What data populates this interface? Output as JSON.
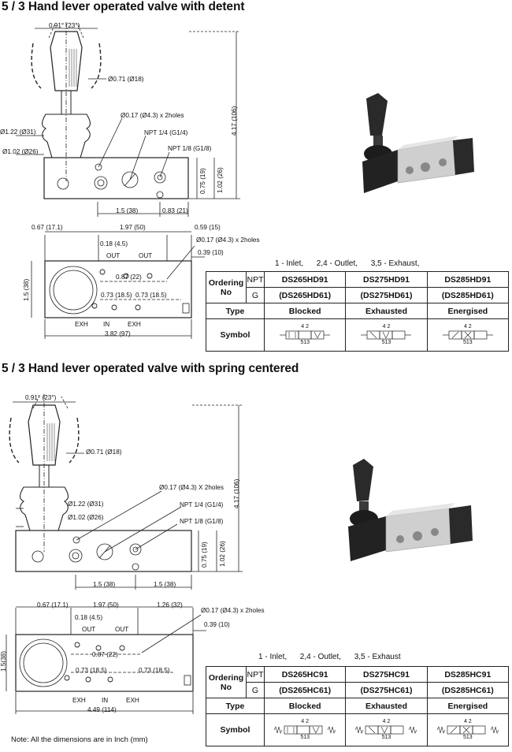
{
  "sections": [
    {
      "title": "5 / 3 Hand lever operated valve with detent",
      "dims_top": {
        "angle": "0.91° (23°)",
        "handle_dia": "Ø0.71 (Ø18)",
        "holes": "Ø0.17 (Ø4.3) x 2holes",
        "npt14": "NPT 1/4 (G1/4)",
        "npt18": "NPT 1/8 (G1/8)",
        "boot_dia": "Ø1.22 (Ø31)",
        "base_dia": "Ø1.02 (Ø26)",
        "height": "4.17 (106)",
        "h19": "0.75 (19)",
        "h26": "1.02 (26)",
        "w38": "1.5 (38)",
        "w21": "0.83 (21)"
      },
      "dims_bottom": {
        "a": "0.67 (17.1)",
        "b": "1.97 (50)",
        "c": "0.59 (15)",
        "d": "0.18 (4.5)",
        "holes": "Ø0.17 (Ø4.3) x 2holes",
        "e": "0.39 (10)",
        "out1": "OUT",
        "out2": "OUT",
        "f": "0.87 (22)",
        "g": "0.73 (18.5)",
        "h": "0.73 (18.5)",
        "vert": "1.5 (38)",
        "exh1": "EXH",
        "in": "IN",
        "exh2": "EXH",
        "total": "3.82 (97)"
      },
      "legend": "1 - Inlet,      2,4 - Outlet,      3,5 - Exhaust,",
      "table": {
        "ordering": "Ordering",
        "no": "No",
        "npt": "NPT",
        "g": "G",
        "type": "Type",
        "symbol": "Symbol",
        "models_npt": [
          "DS265HD91",
          "DS275HD91",
          "DS285HD91"
        ],
        "models_g": [
          "(DS265HD61)",
          "(DS275HD61)",
          "(DS285HD61)"
        ],
        "types": [
          "Blocked",
          "Exhausted",
          "Energised"
        ],
        "sym_top": "4 2",
        "sym_bottom": "513"
      }
    },
    {
      "title": "5 / 3 Hand lever operated valve with spring centered",
      "dims_top": {
        "angle": "0.91° (23°)",
        "handle_dia": "Ø0.71 (Ø18)",
        "holes": "Ø0.17 (Ø4.3) X 2holes",
        "npt14": "NPT 1/4 (G1/4)",
        "npt18": "NPT 1/8 (G1/8)",
        "boot_dia": "Ø1.22 (Ø31)",
        "base_dia": "Ø1.02 (Ø26)",
        "height": "4.17 (106)",
        "h19": "0.75 (19)",
        "h26": "1.02 (26)",
        "w38": "1.5 (38)",
        "w21": "1.5 (38)"
      },
      "dims_bottom": {
        "a": "0.67 (17.1)",
        "b": "1.97 (50)",
        "c": "1.26 (32)",
        "d": "0.18 (4.5)",
        "holes": "Ø0.17 (Ø4.3) x 2holes",
        "e": "0.39 (10)",
        "out1": "OUT",
        "out2": "OUT",
        "f": "0.87 (22)",
        "g": "0.73 (18.5)",
        "h": "0.73 (18.5)",
        "vert": "1.5(38)",
        "exh1": "EXH",
        "in": "IN",
        "exh2": "EXH",
        "total": "4.49 (114)"
      },
      "legend": "1 - Inlet,      2,4 - Outlet,      3,5 - Exhaust",
      "table": {
        "ordering": "Ordering",
        "no": "No",
        "npt": "NPT",
        "g": "G",
        "type": "Type",
        "symbol": "Symbol",
        "models_npt": [
          "DS265HC91",
          "DS275HC91",
          "DS285HC91"
        ],
        "models_g": [
          "(DS265HC61)",
          "(DS275HC61)",
          "(DS285HC61)"
        ],
        "types": [
          "Blocked",
          "Exhausted",
          "Energised"
        ],
        "sym_top": "4 2",
        "sym_bottom": "513"
      }
    }
  ],
  "note": "Note: All the dimensions are in Inch (mm)"
}
